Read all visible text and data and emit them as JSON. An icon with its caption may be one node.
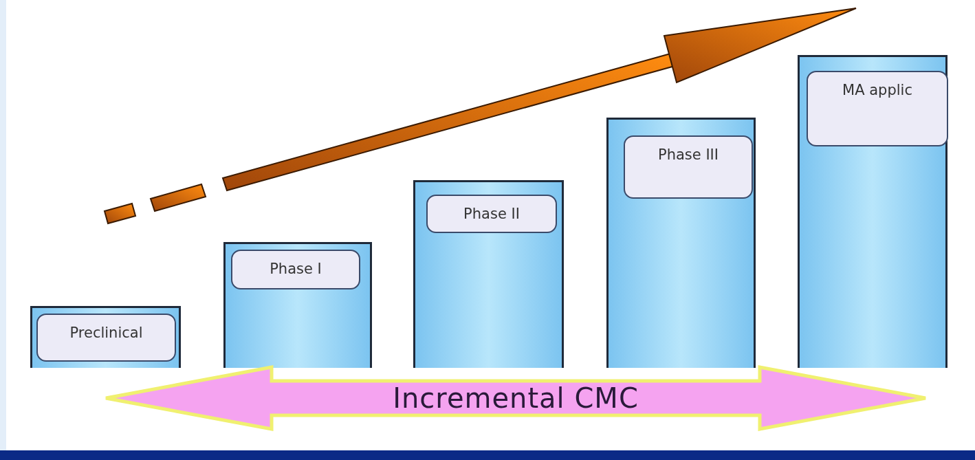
{
  "diagram": {
    "nodes": [
      {
        "text": [],
        "shape": "bar"
      },
      {
        "text": [
          "Preclinical"
        ],
        "in": 0
      },
      {
        "text": [],
        "shape": "bar"
      },
      {
        "text": [
          "Phase I"
        ],
        "in": 2
      },
      {
        "text": [],
        "shape": "bar"
      },
      {
        "text": [
          "Phase II"
        ],
        "in": 4
      },
      {
        "text": [],
        "shape": "bar"
      },
      {
        "text": [
          "Phase III"
        ],
        "in": 6
      },
      {
        "text": [],
        "shape": "bar"
      },
      {
        "text": [
          "MA applic"
        ],
        "in": 8
      },
      {
        "text": [
          "Incremental CMC"
        ]
      }
    ]
  }
}
